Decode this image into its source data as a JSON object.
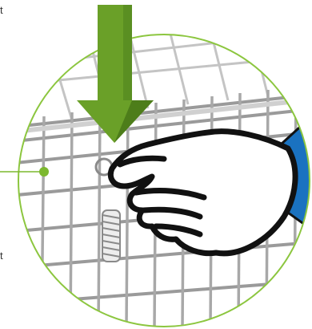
{
  "figure": {
    "description_labels": [],
    "edge_glyphs": [
      {
        "id": "left-clip-top",
        "text": "t"
      },
      {
        "id": "left-clip-bottom",
        "text": "t"
      }
    ]
  },
  "colors": {
    "arrow": "#6aa028",
    "arrow_dark": "#4d7d1a",
    "circle_border": "#8cc63f",
    "callout_dot": "#7cb82f",
    "callout_line": "#7cb82f",
    "mesh_light": "#bdbdbd",
    "mesh_dark": "#8f8f8f",
    "hand_outline": "#111111",
    "hand_fill": "#ffffff",
    "sleeve": "#1a72c0",
    "spring": "#9a9a9a"
  },
  "icons": {
    "arrow": "down-arrow-icon",
    "callout": "callout-pointer-icon"
  }
}
